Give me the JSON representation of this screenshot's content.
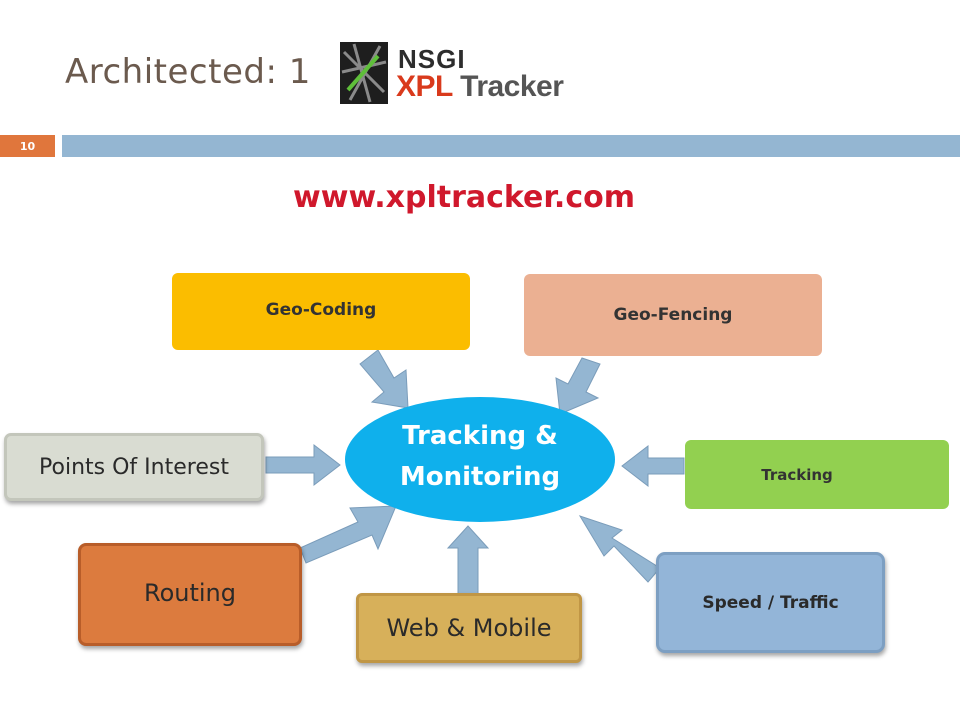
{
  "header": {
    "title": "Architected: 1",
    "slide_number": "10",
    "logo": {
      "name": "logo-icon",
      "line1": "NSGI",
      "line2_red": "XPL",
      "line2_gray": "Tracker"
    },
    "website": "www.xpltracker.com"
  },
  "diagram": {
    "center": "Tracking & Monitoring",
    "nodes": {
      "geo_coding": "Geo-Coding",
      "geo_fencing": "Geo-Fencing",
      "points_of_interest": "Points Of Interest",
      "tracking": "Tracking",
      "routing": "Routing",
      "web_mobile": "Web & Mobile",
      "speed_traffic": "Speed / Traffic"
    },
    "arrow_icon": "block-arrow-icon",
    "colors": {
      "center": "#0fb0ec",
      "geo_coding": "#fbbd00",
      "geo_fencing": "#ebb092",
      "points_of_interest": "#d9dcd2",
      "tracking": "#92d050",
      "routing": "#dc7b3e",
      "web_mobile": "#d7b05a",
      "speed_traffic": "#93b5d8",
      "arrow": "#94b6d2"
    }
  }
}
